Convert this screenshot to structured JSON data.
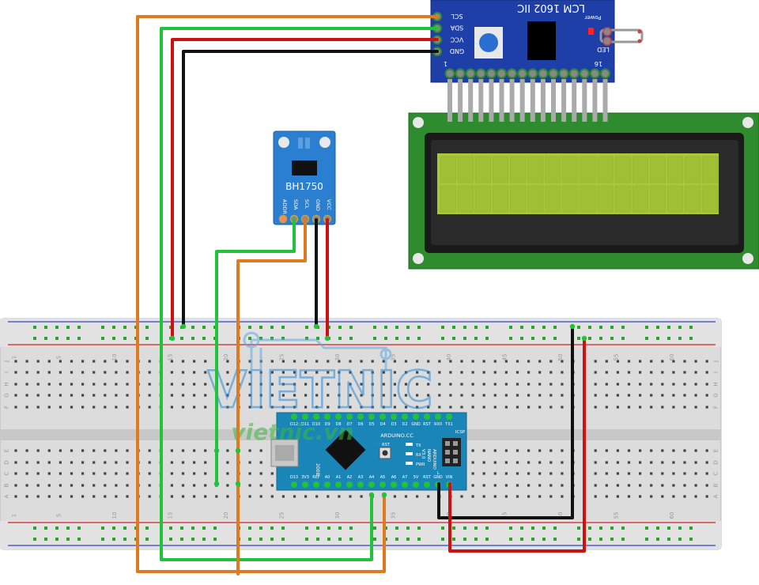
{
  "lcm_module": {
    "title": "LCM 1602 IIC",
    "power_label": "Power",
    "led_label": "LED",
    "pins": [
      "SCL",
      "SDA",
      "VCC",
      "GND"
    ],
    "pin_first": "1",
    "pin_last": "16"
  },
  "sensor": {
    "title": "BH1750",
    "pins": [
      "ADDR",
      "SDA",
      "SCL",
      "GND",
      "VCC"
    ]
  },
  "nano": {
    "top_pins": [
      "D12",
      "D11",
      "D10",
      "D9",
      "D8",
      "D7",
      "D6",
      "D5",
      "D4",
      "D3",
      "D2",
      "GND",
      "RST",
      "RX0",
      "TX1"
    ],
    "bottom_pins": [
      "D13",
      "3V3",
      "REF",
      "A0",
      "A1",
      "A2",
      "A3",
      "A4",
      "A5",
      "A6",
      "A7",
      "5V",
      "RST",
      "GND",
      "VIN"
    ],
    "brand": "ARDUINO.CC",
    "rst_label": "RST",
    "icsp_label": "ICSP",
    "board_lines": [
      "ARDUINO",
      "NANO",
      "V3.0"
    ],
    "tx_label": "TX",
    "rx_label": "RX",
    "pwr_label": "PWR",
    "l_label": "L",
    "year": "2008"
  },
  "breadboard": {
    "col_numbers": [
      "1",
      "5",
      "10",
      "15",
      "20",
      "25",
      "30",
      "35",
      "40",
      "45",
      "50",
      "55",
      "60"
    ],
    "row_letters_top": [
      "J",
      "I",
      "H",
      "G",
      "F"
    ],
    "row_letters_bottom": [
      "E",
      "D",
      "C",
      "B",
      "A"
    ]
  },
  "watermark": {
    "main": "VIETNIC",
    "sub": "vietnic.vn"
  },
  "colors": {
    "wire_orange": "#e07a1f",
    "wire_green": "#22c23a",
    "wire_red": "#cc1111",
    "wire_black": "#111111",
    "pcb_blue": "#1f3fa8",
    "sensor_blue": "#2a7fd0",
    "lcd_green": "#2e8b2e",
    "lcd_screen": "#a8c83a",
    "nano_blue": "#1a86b8"
  }
}
